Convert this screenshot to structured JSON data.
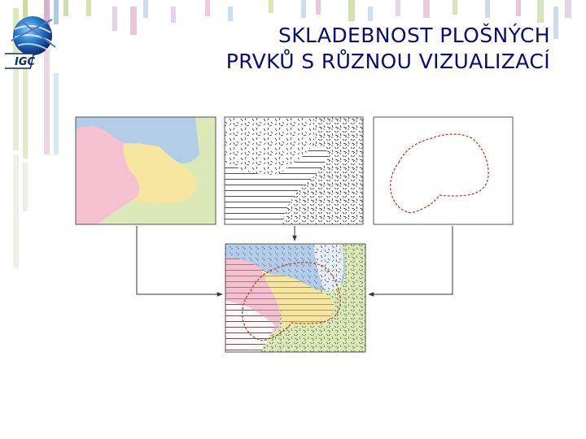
{
  "slide": {
    "title_line1": "SKLADEBNOST PLOŠNÝCH",
    "title_line2": "PRVKŮ S RŮZNOU VIZUALIZACÍ"
  },
  "logo": {
    "text": "IGC"
  },
  "colors": {
    "title": "#0a0d6e",
    "region_blue": "#b3cde9",
    "region_pink": "#f5c0d0",
    "region_yellow": "#f7e6a0",
    "region_green": "#dbe8b8",
    "line_red": "#b8423a",
    "arrow": "#333333"
  },
  "diagram": {
    "panels": [
      "color-regions-panel",
      "pattern-regions-panel",
      "line-feature-panel",
      "composite-panel"
    ]
  }
}
